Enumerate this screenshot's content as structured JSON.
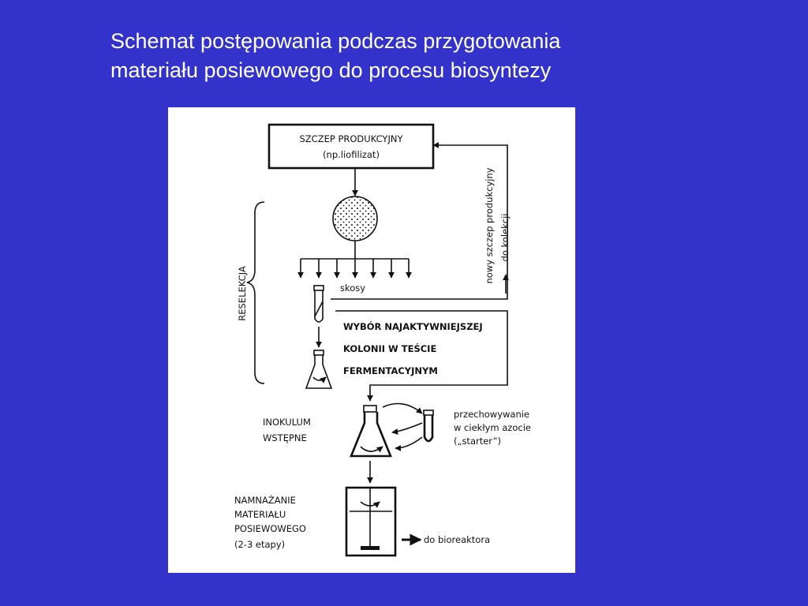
{
  "title": {
    "line1": "Schemat postępowania podczas przygotowania",
    "line2": "materiału posiewowego do procesu biosyntezy"
  },
  "diagram": {
    "strain_box": {
      "line1": "SZCZEP PRODUKCYJNY",
      "line2": "(np.liofilizat)"
    },
    "new_strain_note": {
      "line1": "nowy szczep produkcyjny",
      "line2": "do kolekcji"
    },
    "reselection_label": "RESELEKCJA",
    "slants_label": "skosy",
    "selection_text": {
      "line1": "WYBÓR NAJAKTYWNIEJSZEJ",
      "line2": "KOLONII  W TEŚCIE",
      "line3": "FERMENTACYJNYM"
    },
    "inoculum_label": {
      "line1": "INOKULUM",
      "line2": "WSTĘPNE"
    },
    "storage_label": {
      "line1": "przechowywanie",
      "line2": "w ciekłym azocie",
      "line3": "(„starter”)"
    },
    "propagation_label": {
      "line1": "NAMNAŻANIE",
      "line2": "MATERIAŁU",
      "line3": "POSIEWOWEGO",
      "line4": "(2-3  etapy)"
    },
    "bioreactor_label": "do bioreaktora"
  }
}
